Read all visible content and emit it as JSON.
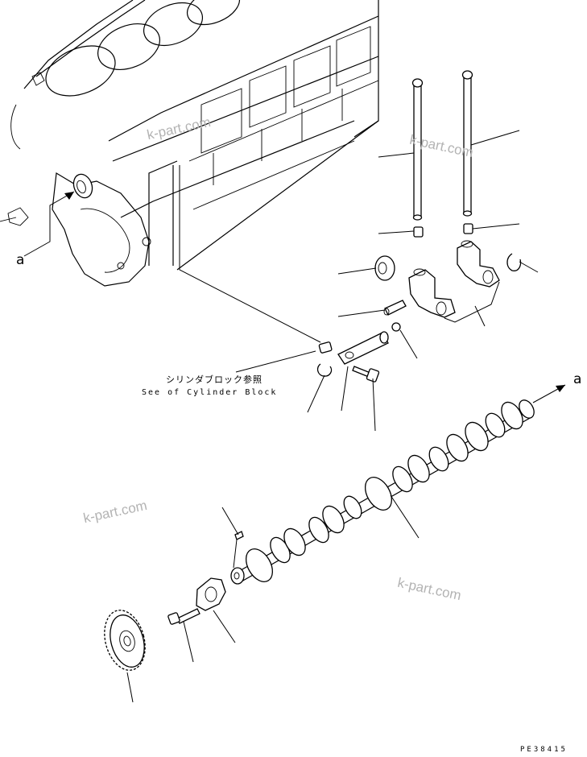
{
  "view_labels": {
    "a_left": "a",
    "a_right": "a"
  },
  "reference_note": {
    "japanese": "シリンダブロック参照",
    "english": "See of Cylinder Block"
  },
  "watermarks": [
    "k-part.com",
    "k-part.com",
    "k-part.com",
    "k-part.com"
  ],
  "figure_code": "PE38415"
}
